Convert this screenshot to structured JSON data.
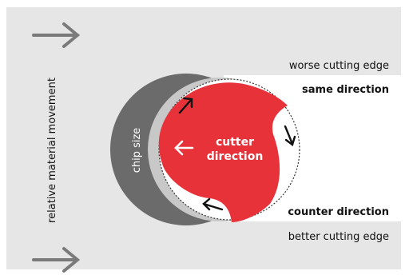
{
  "labels": {
    "relative_movement": "relative material movement",
    "chip_size": "chip size",
    "cutter_direction_line1": "cutter",
    "cutter_direction_line2": "direction",
    "worse_edge": "worse cutting edge",
    "same_direction": "same direction",
    "counter_direction": "counter direction",
    "better_edge": "better cutting edge"
  },
  "colors": {
    "background_gray": "#e6e6e6",
    "chip_dark": "#6b6b6b",
    "chip_light": "#c8c8c8",
    "cutter_red": "#e8323a",
    "arrow_gray": "#7a7a7a",
    "text_dark": "#111111"
  },
  "icons": {
    "movement_arrow_top": "arrow-right-icon",
    "movement_arrow_bottom": "arrow-right-icon",
    "cutter_arrow": "arrow-left-icon"
  }
}
